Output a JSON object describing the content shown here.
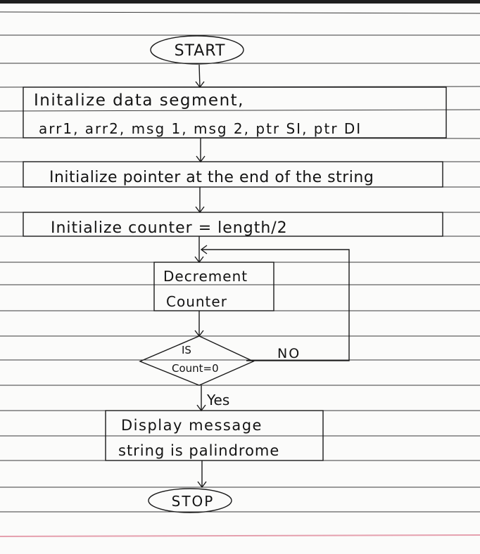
{
  "flowchart": {
    "start": "START",
    "init_data_line1": "Initalize data segment,",
    "init_data_line2": "arr1, arr2, msg 1, msg 2, ptr SI, ptr DI",
    "init_pointer": "Initialize pointer at the end of the string",
    "init_counter": "Initialize counter = length/2",
    "decrement_line1": "Decrement",
    "decrement_line2": "Counter",
    "decision_line1": "IS",
    "decision_line2": "Count=0",
    "no_label": "NO",
    "yes_label": "Yes",
    "display_line1": "Display message",
    "display_line2": "string is palindrome",
    "stop": "STOP"
  }
}
